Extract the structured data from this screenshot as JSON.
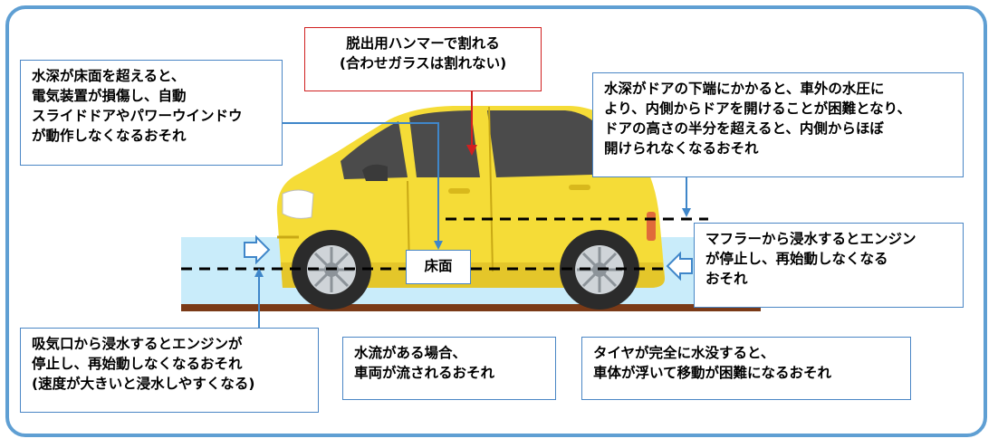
{
  "colors": {
    "frame": "#5f9fd3",
    "water": "#c9ecfa",
    "ground": "#7a3a17",
    "car_body": "#f5dc37",
    "car_shadow": "#d8b81c",
    "window": "#4b4b4b",
    "box_border": "#4a86c5",
    "hammer_border": "#d02020",
    "arrow_blue": "#3f86c9",
    "arrow_red": "#d02020"
  },
  "labels": {
    "hammer": [
      "脱出用ハンマーで割れる",
      "(合わせガラスは割れない)"
    ],
    "floor_water": [
      "水深が床面を超えると、",
      "電気装置が損傷し、自動",
      "スライドドアやパワーウインドウ",
      "が動作しなくなるおそれ"
    ],
    "door_water": [
      "水深がドアの下端にかかると、車外の水圧に",
      "より、内側からドアを開けることが困難となり、",
      "ドアの高さの半分を超えると、内側からほぼ",
      "開けられなくなるおそれ"
    ],
    "muffler": [
      "マフラーから浸水するとエンジン",
      "が停止し、再始動しなくなる",
      "おそれ"
    ],
    "intake": [
      "吸気口から浸水するとエンジンが",
      "停止し、再始動しなくなるおそれ",
      "(速度が大きいと浸水しやすくなる)"
    ],
    "current": [
      "水流がある場合、",
      "車両が流されるおそれ"
    ],
    "tire": [
      "タイヤが完全に水没すると、",
      "車体が浮いて移動が困難になるおそれ"
    ],
    "floor": "床面"
  },
  "icons": {
    "arrow_in_left": "hollow-arrow-right-icon",
    "arrow_in_right": "hollow-arrow-left-icon",
    "wheel": "wheel-icon"
  }
}
